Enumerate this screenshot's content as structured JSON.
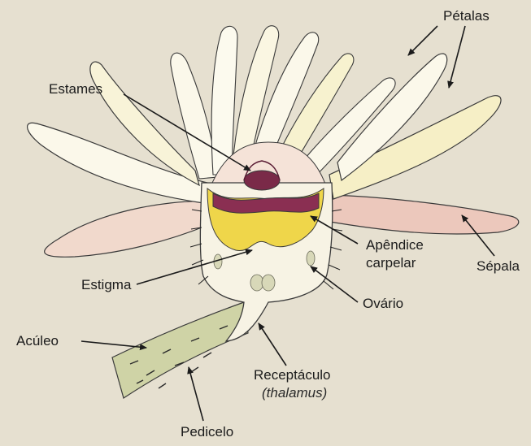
{
  "labels": {
    "petalas": "Pétalas",
    "estames": "Estames",
    "apendice_line1": "Apêndice",
    "apendice_line2": "carpelar",
    "sepala": "Sépala",
    "estigma": "Estigma",
    "ovario": "Ovário",
    "aculeo": "Acúleo",
    "receptaculo": "Receptáculo",
    "thalamus": "(thalamus)",
    "pedicelo": "Pedicelo"
  },
  "colors": {
    "background": "#e6e0d0",
    "petal_fill": "#fbf8ea",
    "petal_yellow": "#f2eca0",
    "sepal_pink": "#e9c3b8",
    "stamen_magenta": "#8a2f52",
    "ovary_yellow": "#efd64a",
    "stem_green": "#cfd3a6",
    "outline": "#3a3a3a"
  }
}
